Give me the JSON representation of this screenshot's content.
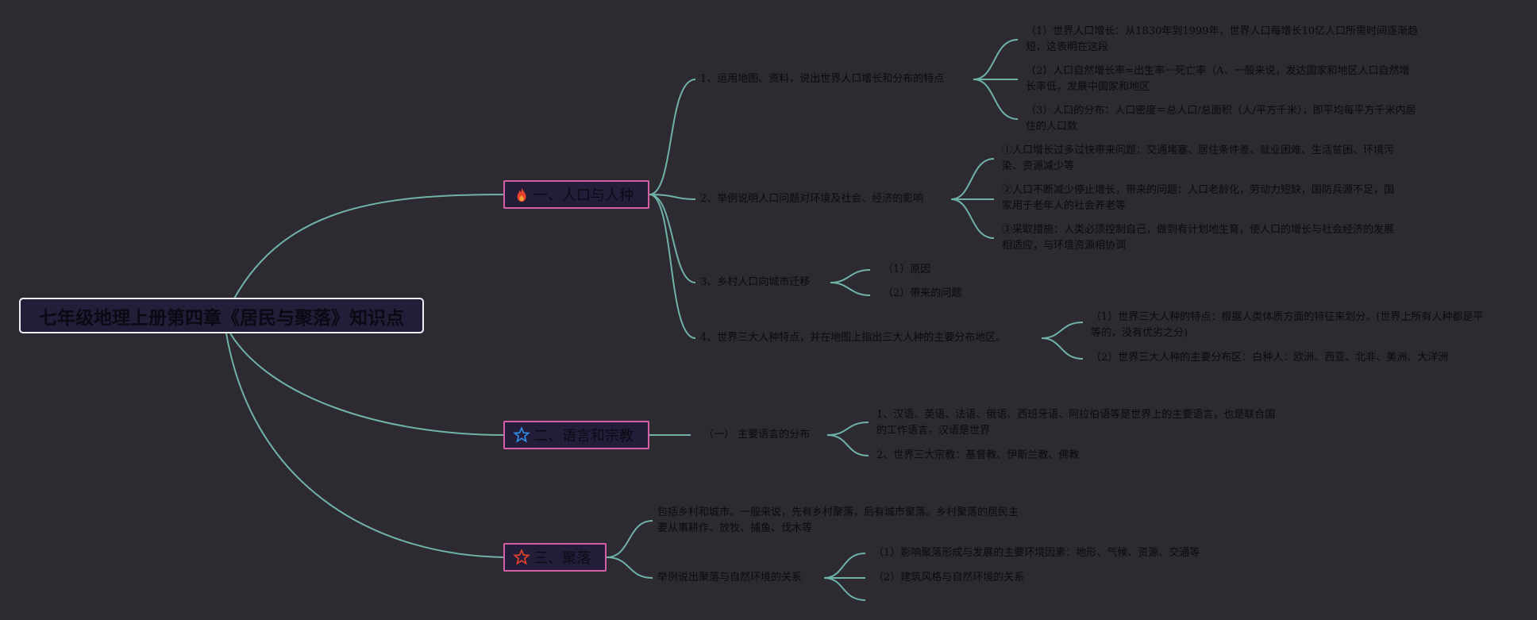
{
  "root": {
    "title": "七年级地理上册第四章《居民与聚落》知识点"
  },
  "topics": [
    {
      "label": "一、人口与人种",
      "icon": "fire-icon",
      "subs": [
        {
          "label": "1、运用地图、资料，说出世界人口增长和分布的特点",
          "items": [
            "（1）世界人口增长：从1830年到1999年，世界人口每增长10亿人口所需时间逐渐趋短，这表明在这段",
            "（2）人口自然增长率=出生率－死亡率（A、一般来说，发达国家和地区人口自然增长率低，发展中国家和地区",
            "（3）人口的分布：人口密度＝总人口/总面积（人/平方千米），即平均每平方千米内居住的人口数"
          ]
        },
        {
          "label": "2、举例说明人口问题对环境及社会、经济的影响",
          "items": [
            "①人口增长过多过快带来问题：交通堵塞、居住条件差、就业困难、生活贫困、环境污染、资源减少等",
            "②人口不断减少停止增长，带来的问题：人口老龄化，劳动力短缺，国防兵源不足，国家用于老年人的社会养老等",
            "③采取措施：人类必须控制自己，做到有计划地生育，使人口的增长与社会经济的发展相适应，与环境资源相协调"
          ]
        },
        {
          "label": "3、乡村人口向城市迁移",
          "items": [
            "（1）原因",
            "（2）带来的问题"
          ]
        },
        {
          "label": "4、世界三大人种特点，并在地图上指出三大人种的主要分布地区。",
          "items": [
            "（1）世界三大人种的特点：根据人类体质方面的特征来划分。(世界上所有人种都是平等的，没有优劣之分)",
            "（2）世界三大人种的主要分布区：白种人：欧洲、西亚、北非、美洲、大洋洲"
          ]
        }
      ]
    },
    {
      "label": "二、语言和宗教",
      "icon": "star-outline-icon",
      "subs": [
        {
          "label": "（一） 主要语言的分布",
          "items": [
            "1、汉语、英语、法语、俄语、西班牙语、阿拉伯语等是世界上的主要语言，也是联合国的工作语言。汉语是世界",
            "2、世界三大宗教：基督教、伊斯兰教、佛教"
          ]
        }
      ]
    },
    {
      "label": "三、聚落",
      "icon": "star-outline-icon",
      "subs": [
        {
          "label": "包括乡村和城市。一般来说，先有乡村聚落，后有城市聚落。乡村聚落的居民主要从事耕作、放牧、捕鱼、伐木等",
          "items": []
        },
        {
          "label": "举例说出聚落与自然环境的关系",
          "items": [
            "（1）影响聚落形成与发展的主要环境因素：地形、气候、资源、交通等",
            "（2）建筑风格与自然环境的关系"
          ]
        }
      ]
    }
  ],
  "colors": {
    "background": "#2d2a32",
    "link": "#6fb3a6",
    "topic_border": "#d35fa6",
    "root_border": "#f1edf7",
    "fire": "#e8412c",
    "star_blue": "#2f8ee8",
    "star_red": "#e8412c"
  }
}
